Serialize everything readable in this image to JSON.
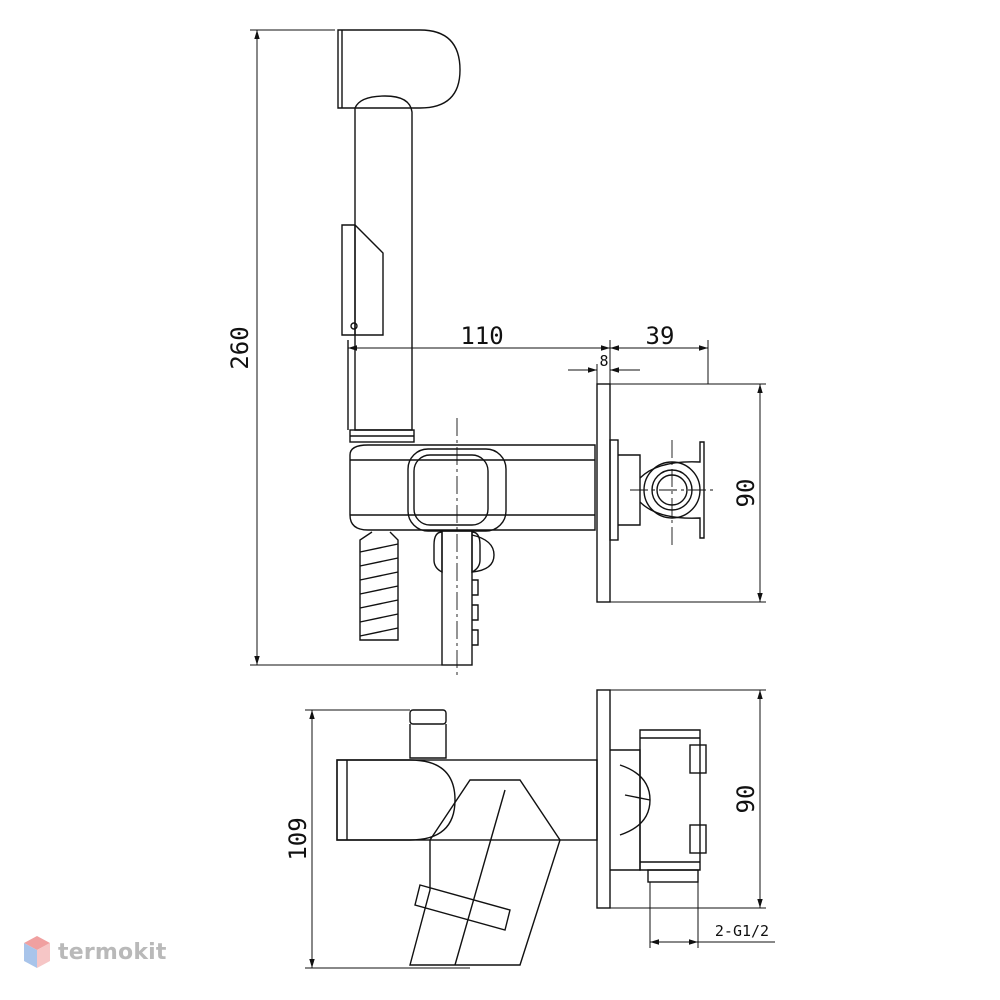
{
  "dimensions": {
    "total_height": "260",
    "projection": "110",
    "wall_plate_depth": "39",
    "plate_thickness": "8",
    "plate_height_front": "90",
    "plate_height_top": "90",
    "overall_depth": "109",
    "connection_thread": "2-G1/2"
  },
  "watermark": {
    "text": "termokit",
    "colors": {
      "top": "#f0a0a0",
      "left": "#a8c4ea",
      "right": "#f6c6c6",
      "text": "#b9b9b9"
    }
  },
  "style": {
    "line_color": "#111111",
    "background": "#ffffff"
  }
}
